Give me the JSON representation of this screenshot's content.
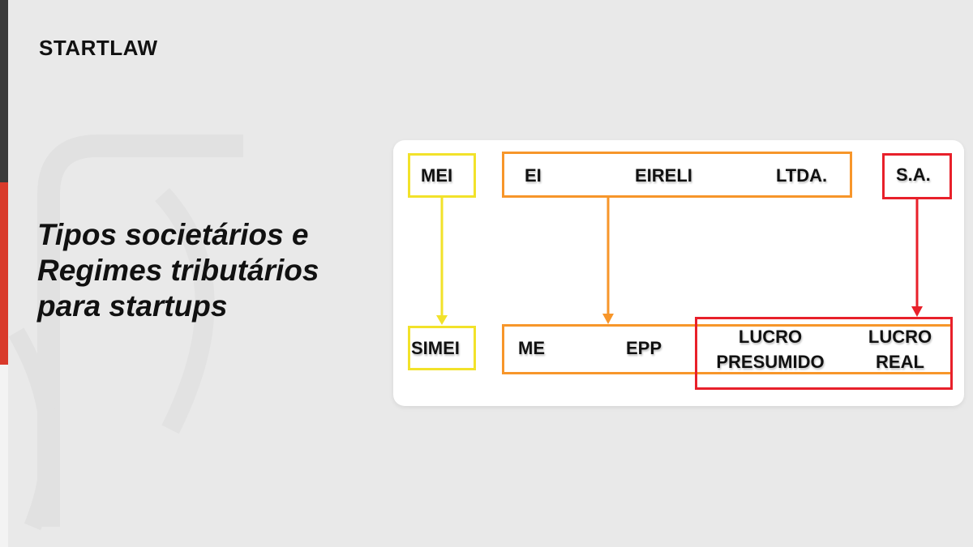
{
  "brand": {
    "name": "STARTLAW"
  },
  "headline": {
    "line1": "Tipos societários e",
    "line2": "Regimes tributários",
    "line3": "para startups"
  },
  "diagram": {
    "colors": {
      "yellow": "#f2e22a",
      "orange": "#f7962a",
      "red": "#e8202a"
    },
    "top_row": {
      "mei": "MEI",
      "ei": "EI",
      "eireli": "EIRELI",
      "ltda": "LTDA.",
      "sa": "S.A."
    },
    "bottom_row": {
      "simei": "SIMEI",
      "me": "ME",
      "epp": "EPP",
      "lucro_presumido": [
        "LUCRO",
        "PRESUMIDO"
      ],
      "lucro_real": [
        "LUCRO",
        "REAL"
      ]
    }
  }
}
